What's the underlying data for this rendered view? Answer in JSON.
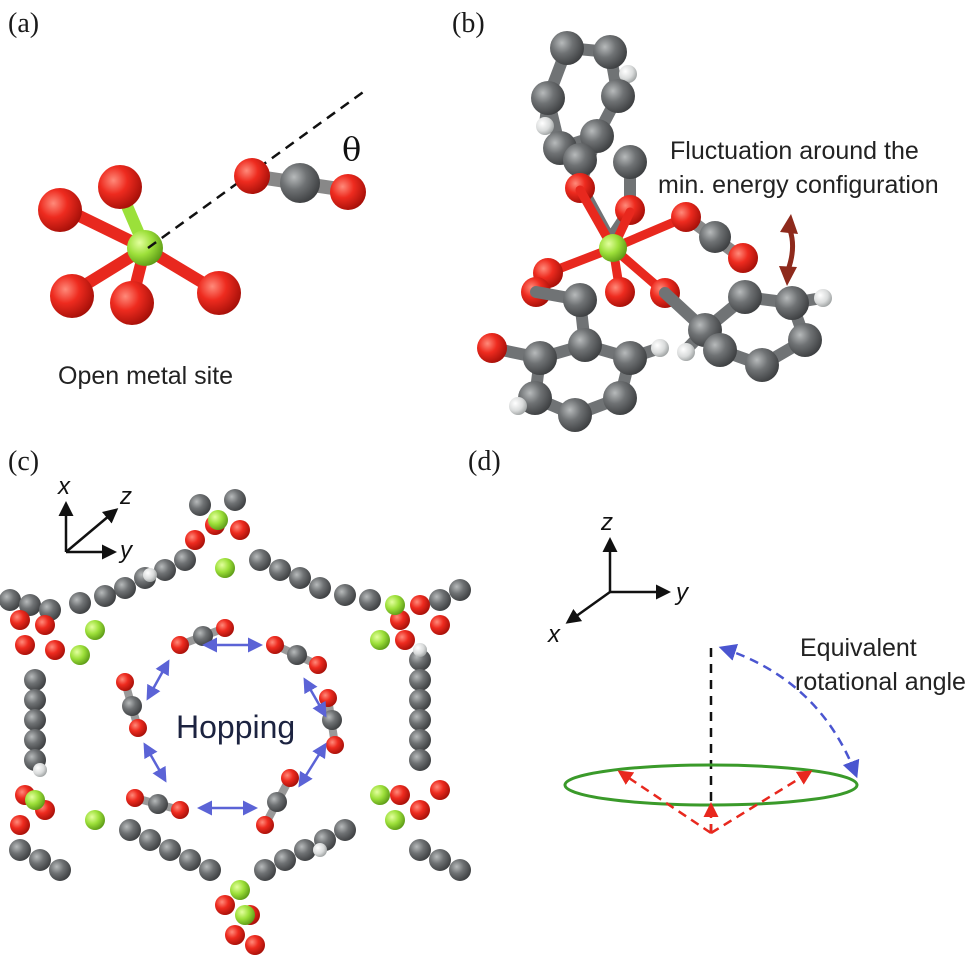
{
  "panels": {
    "a": {
      "label": "(a)",
      "caption": "Open metal site",
      "angle_symbol": "θ"
    },
    "b": {
      "label": "(b)",
      "caption_line1": "Fluctuation around the",
      "caption_line2": "min. energy configuration"
    },
    "c": {
      "label": "(c)",
      "axes": {
        "vertical": "x",
        "diagonal": "z",
        "horizontal": "y"
      },
      "center_text": "Hopping"
    },
    "d": {
      "label": "(d)",
      "axes": {
        "vertical": "z",
        "horizontal": "y",
        "diagonal": "x"
      },
      "caption_line1": "Equivalent",
      "caption_line2": "rotational angle"
    }
  },
  "colors": {
    "oxygen": "#e8281e",
    "carbon": "#6b6e70",
    "hydrogen": "#d6d8d8",
    "metal": "#9be03a",
    "hop_arrow": "#5b63d6",
    "fluctuation_arrow": "#8e2a1c",
    "rotation_circle": "#3a9a2a",
    "rotation_arc": "#4a55d0",
    "cone_arrows": "#e8281e"
  }
}
